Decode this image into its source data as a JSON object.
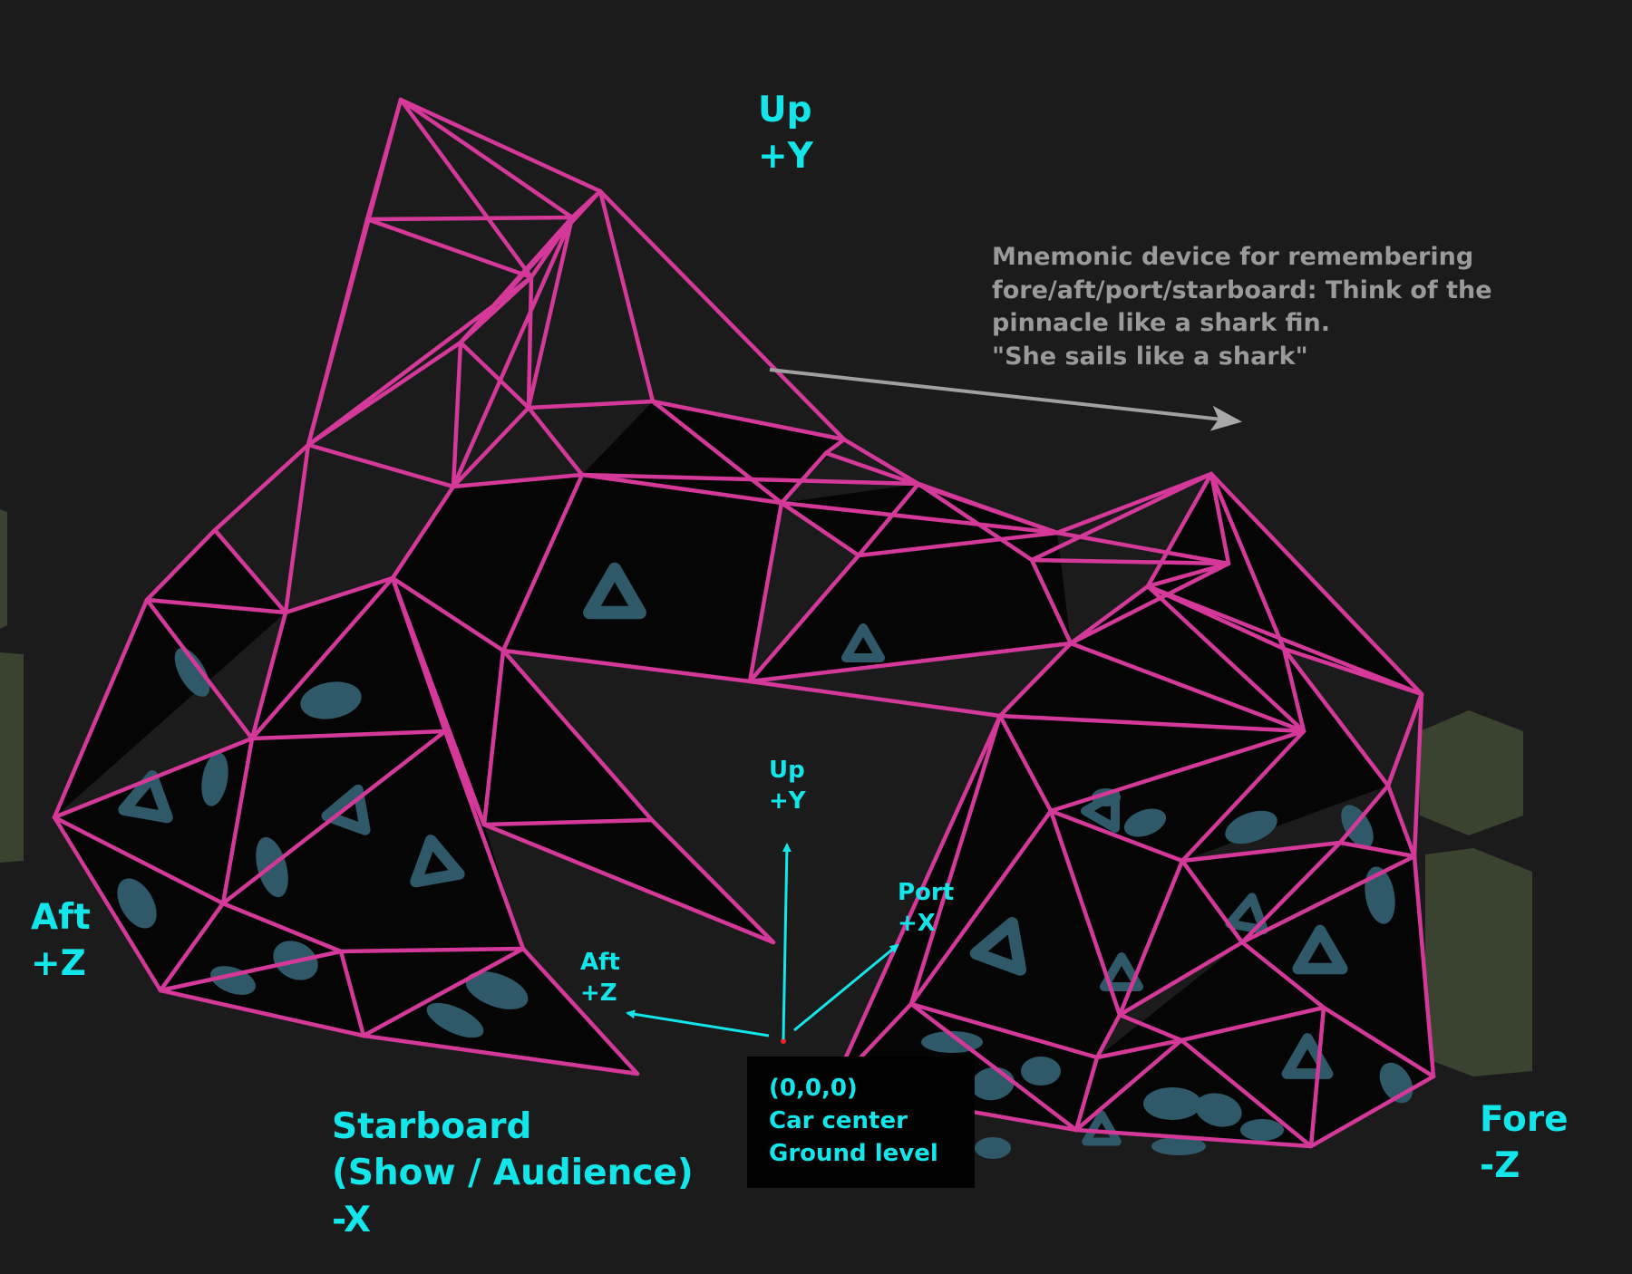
{
  "labels": {
    "up_top": [
      "Up",
      "+Y"
    ],
    "aft_left": [
      "Aft",
      "+Z"
    ],
    "starboard": [
      "Starboard",
      "(Show / Audience)",
      "-X"
    ],
    "fore_right": [
      "Fore",
      "-Z"
    ],
    "axis_up": [
      "Up",
      "+Y"
    ],
    "axis_port": [
      "Port",
      "+X"
    ],
    "axis_aft": [
      "Aft",
      "+Z"
    ]
  },
  "origin_box": [
    "(0,0,0)",
    "Car center",
    "Ground level"
  ],
  "mnemonic": [
    "Mnemonic device for remembering",
    "fore/aft/port/starboard: Think of the",
    "pinnacle like a shark fin.",
    "\"She sails like a shark\""
  ],
  "icons": {
    "axis_arrows": "arrow",
    "pointer_arrow": "gray-arrow"
  },
  "colors": {
    "background": "#1b1b1b",
    "frame": "#d4399a",
    "panel": "#050505",
    "panel_pattern": "#2f5968",
    "axis": "#12e6ea",
    "mnemonic_text": "#9a9a9a",
    "side_block": "#3a4230"
  }
}
